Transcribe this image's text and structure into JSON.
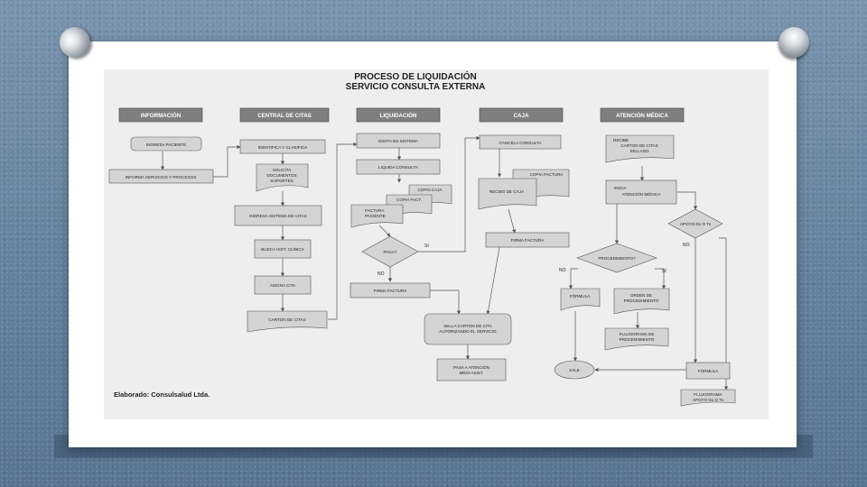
{
  "title": {
    "line1": "PROCESO DE LIQUIDACIÓN",
    "line2": "SERVICIO CONSULTA EXTERNA"
  },
  "columns": {
    "informacion": "INFORMACIÓN",
    "central_citas": "CENTRAL DE CITAS",
    "liquidacion": "LIQUIDACIÓN",
    "caja": "CAJA",
    "atencion_medica": "ATENCIÓN MÉDICA"
  },
  "nodes": {
    "ingresa_paciente": "INGRESA PACIENTE",
    "informa_servicios": "INFORMA SERVICIOS Y PROCESOS",
    "identifica": "IDENTIFICA Y CLASIFICA",
    "solicita_doc_1": "SOLICITA",
    "solicita_doc_2": "DOCUMENTOS",
    "solicita_doc_3": "SOPORTES",
    "ingresa_sistema": "INGRESA SISTEMA DE CITAS",
    "busca_hist": "BUSCA HIST. CLÍNICA",
    "asigna_cita": "ASIGNA CITA",
    "carton_citas": "CARTON DE CITAS",
    "digita_sistema": "DIGITA EN SISTEMA",
    "liquida_consulta": "LIQUIDA CONSULTA",
    "copia_caja": "COPIA CAJA",
    "copia_fact": "COPIA FACT.",
    "factura_1": "FACTURA",
    "factura_2": "PACIENTE",
    "paga": "PAGA?",
    "firma_factura_liq": "FIRMA FACTURA",
    "sella_1": "SELLA CARTON DE CITA",
    "sella_2": "AUTORIZANDO EL SERVICIO",
    "pasa_1": "PASA A ATENCIÓN",
    "pasa_2": "MÉDI-ASIST.",
    "cancela_consulta": "CANCELA CONSULTA",
    "copia_factura": "COPIA FACTURA",
    "recibo_caja": "RECIBO DE CAJA",
    "firma_factura_caja": "FIRMA FACTURA",
    "recibe_1": "RECIBE",
    "recibe_2": "CARTON DE CITAS",
    "recibe_3": "SELLADO",
    "inicia_1": "INICIA",
    "inicia_2": "ATENCIÓN MÉDICA",
    "apoyo": "APOYO Dx O Tx",
    "procedimiento": "PROCEDIMIENTO?",
    "formula_1": "FÓRMULA",
    "orden_1": "ORDEN DE",
    "orden_2": "PROCEDIMIENTO",
    "flujo_proc_1": "FLUJOGRAMA DE",
    "flujo_proc_2": "PROCEDIMIENTO",
    "sale": "SALE",
    "formula_2": "FÓRMULA",
    "flujo_apoyo_1": "FLUJOGRAMA",
    "flujo_apoyo_2": "APOYO Dx O Tx"
  },
  "labels": {
    "si": "SI",
    "no": "NO"
  },
  "credit": "Elaborado: Consulsalud Ltda.",
  "colors": {
    "header_fill": "#7f7f7f",
    "node_fill": "#d4d4d4",
    "line": "#555555"
  }
}
